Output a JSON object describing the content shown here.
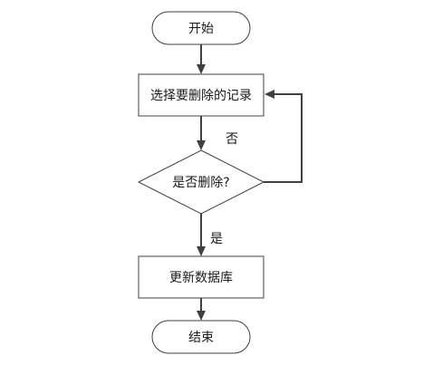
{
  "nodes": {
    "start": {
      "label": "开始"
    },
    "select": {
      "label": "选择要删除的记录"
    },
    "decision": {
      "label": "是否删除?"
    },
    "update": {
      "label": "更新数据库"
    },
    "end": {
      "label": "结束"
    }
  },
  "edges": {
    "no_label": "否",
    "yes_label": "是"
  },
  "colors": {
    "stroke": "#404040",
    "fill": "#ffffff",
    "text": "#1a1a1a"
  }
}
